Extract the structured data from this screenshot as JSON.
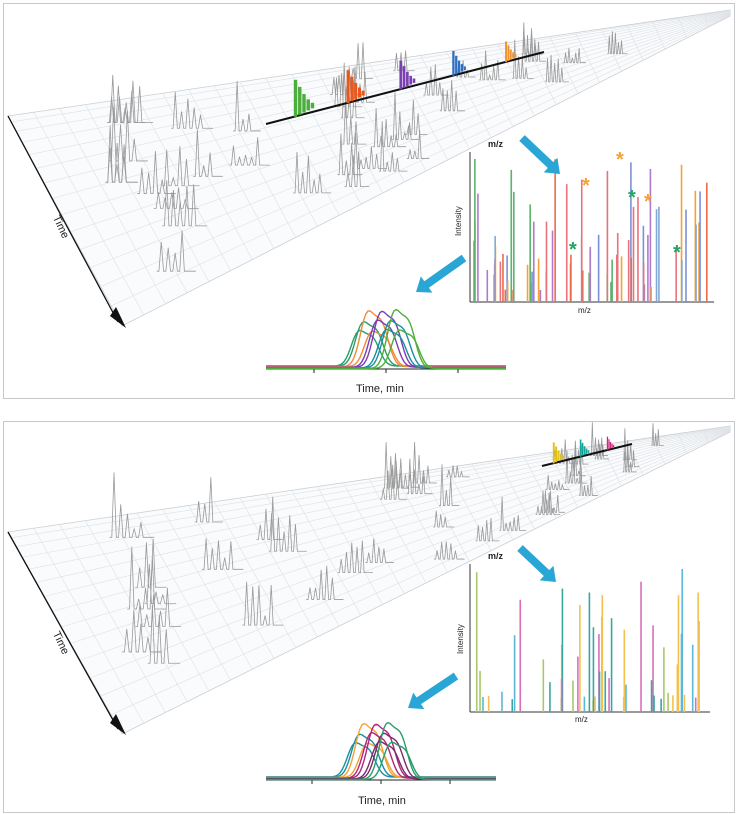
{
  "panels": [
    {
      "id": "top",
      "labels": {
        "time_axis": "Time",
        "spectrum_mz_top": "m/z",
        "spectrum_intensity": "Intensity",
        "spectrum_mz_axis": "m/z",
        "chrom_xlabel": "Time, min"
      },
      "highlight_peaks": [
        {
          "color": "#4cae3c"
        },
        {
          "color": "#e8571b"
        },
        {
          "color": "#7a3fb2"
        },
        {
          "color": "#2f6fc0"
        },
        {
          "color": "#f0922e"
        }
      ],
      "star_marker": "*",
      "star_colors": [
        "#f5a235",
        "#21a466"
      ],
      "spectrum_colors": [
        "#e8737a",
        "#7fa8d8",
        "#f5a235",
        "#b07acb",
        "#59b36b",
        "#ef6a4a",
        "#7c8fd8"
      ],
      "chromatogram_colors": [
        "#2a9d6a",
        "#f08a3b",
        "#7a3fb2",
        "#1a8fa0",
        "#4cae3c"
      ]
    },
    {
      "id": "bottom",
      "labels": {
        "time_axis": "Time",
        "spectrum_mz_top": "m/z",
        "spectrum_intensity": "Intensity",
        "spectrum_mz_axis": "m/z",
        "chrom_xlabel": "Time, min"
      },
      "highlight_peaks": [
        {
          "color": "#e0c21c"
        },
        {
          "color": "#1aa39a"
        },
        {
          "color": "#d1287e"
        }
      ],
      "spectrum_colors": [
        "#d96fb8",
        "#5bb8d6",
        "#f2c14e",
        "#3aa6a0",
        "#a8c96a"
      ],
      "chromatogram_colors": [
        "#1a8fa0",
        "#f5a235",
        "#b0257a",
        "#7a2a6a",
        "#2a9d6a"
      ]
    }
  ],
  "arrow_color": "#2aa6d6"
}
